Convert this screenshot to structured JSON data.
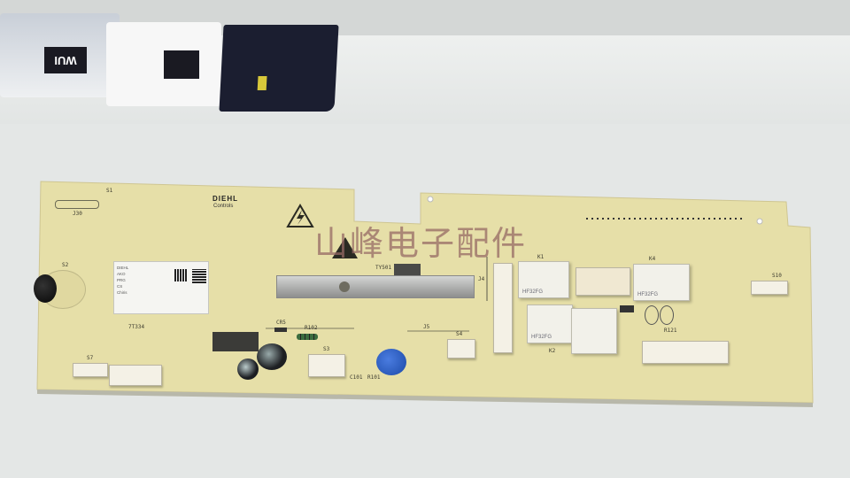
{
  "photo": {
    "board_brand": "DIEHL",
    "board_brand_sub": "Controls",
    "watermark": "山峰电子配件",
    "packaging_text": "WUI",
    "silkscreen": {
      "triac": "TY501",
      "s1": "S1",
      "s2": "S2",
      "s3": "S3",
      "s4": "S4",
      "s7": "S7",
      "s10": "S10",
      "j5": "J5",
      "j4": "J4",
      "k1": "K1",
      "k4": "K4",
      "k2": "K2",
      "cr5": "CR5",
      "r102": "R102",
      "r101": "R101",
      "r121": "R121",
      "c101": "C101",
      "ttt": "7T334",
      "j30": "J30"
    },
    "label_lines": [
      "DIEHL",
      "AKO",
      "PRG",
      "CS",
      "Chiris"
    ],
    "relay_brand": "HF32FG",
    "colors": {
      "board": "#e6dfa8",
      "background": "#e4e7e6",
      "varistor": "#2358c8",
      "heatsink": "#b8b9b8"
    }
  }
}
